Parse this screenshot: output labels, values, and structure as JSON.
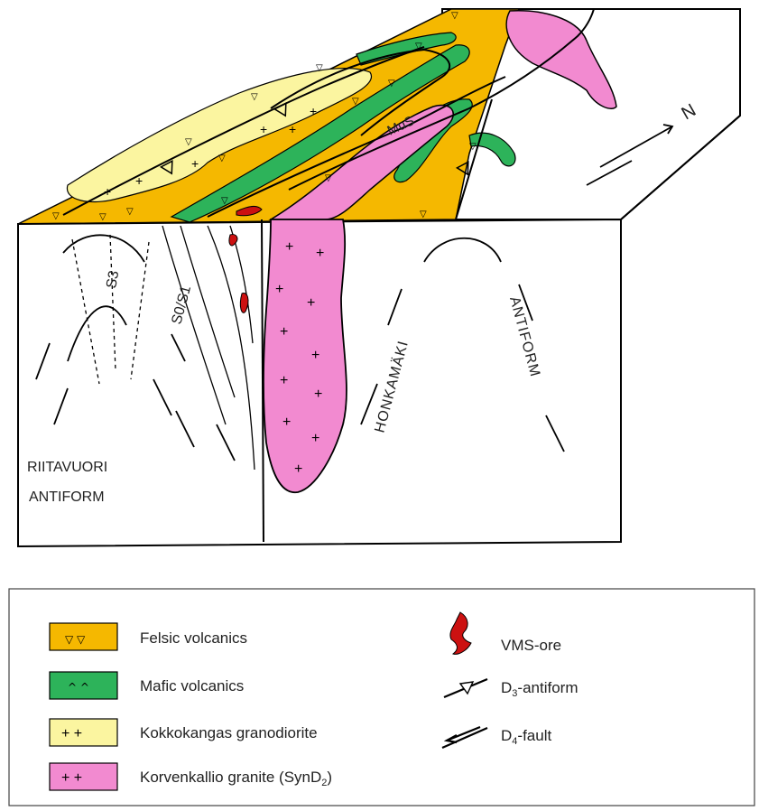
{
  "block_labels": {
    "mus": "MuS",
    "s3": "S3",
    "s0s1": "S0/S1",
    "honkamaki": "HONKAMÄKI",
    "antiform_east": "ANTIFORM",
    "riitavuori": "RIITAVUORI",
    "antiform_west": "ANTIFORM",
    "north": "N"
  },
  "legend": {
    "units": [
      {
        "symbol": "▽ ▽",
        "label": "Felsic volcanics",
        "color": "#f5b800"
      },
      {
        "symbol": "^ ^",
        "label": "Mafic volcanics",
        "color": "#2db35a"
      },
      {
        "symbol": "+ +",
        "label": "Kokkokangas granodiorite",
        "color": "#fbf5a0"
      },
      {
        "symbol": "+ +",
        "label": "Korvenkallio granite (SynD",
        "sub": "2",
        "tail": ")",
        "color": "#f28ad0"
      }
    ],
    "structures": [
      {
        "icon": "vms-ore-icon",
        "label": "VMS-ore",
        "color": "#cc1111"
      },
      {
        "icon": "d3-antiform-icon",
        "pre": "D",
        "sub": "3",
        "tail": "-antiform"
      },
      {
        "icon": "d4-fault-icon",
        "pre": "D",
        "sub": "4",
        "tail": "-fault"
      }
    ]
  }
}
